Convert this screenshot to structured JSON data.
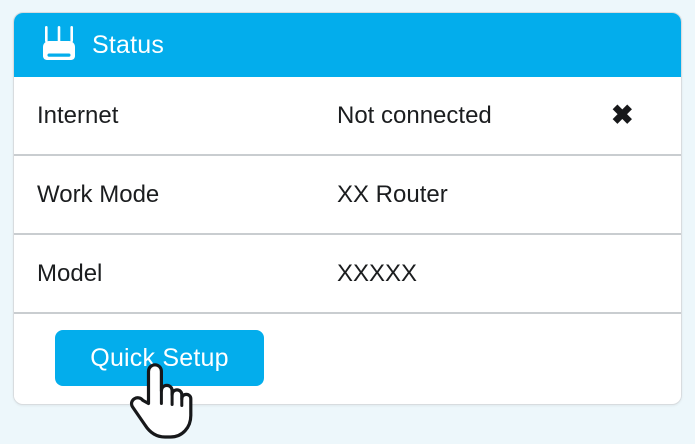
{
  "page": {
    "background_color": "#edf7fb"
  },
  "card": {
    "header": {
      "title": "Status",
      "icon": "router-icon",
      "background_color": "#03adec",
      "text_color": "#ffffff"
    },
    "rows": [
      {
        "label": "Internet",
        "value": "Not connected",
        "status_icon": "✖",
        "status_icon_name": "cross-icon"
      },
      {
        "label": "Work Mode",
        "value": "XX Router",
        "status_icon": "",
        "status_icon_name": ""
      },
      {
        "label": "Model",
        "value": "XXXXX",
        "status_icon": "",
        "status_icon_name": ""
      }
    ],
    "action": {
      "quick_setup_label": "Quick Setup",
      "button_color": "#03adec"
    }
  },
  "cursor": {
    "type": "pointing-hand-cursor"
  }
}
